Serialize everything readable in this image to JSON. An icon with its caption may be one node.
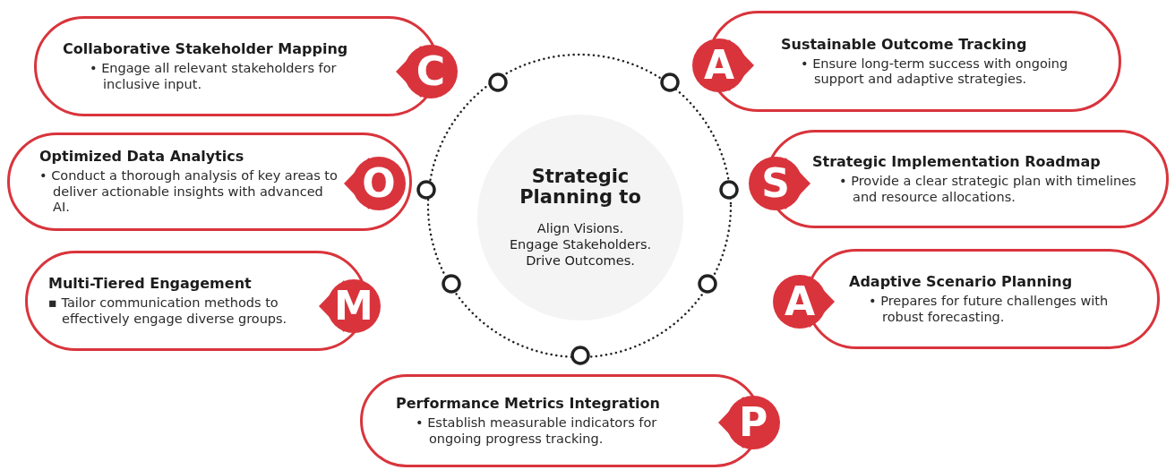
{
  "diagram": {
    "nodes": [
      {
        "text": [
          "Strategic Planning to",
          "Align Visions.",
          "Engage Stakeholders.",
          "Drive Outcomes."
        ]
      },
      {
        "text": [
          "Collaborative Stakeholder Mapping",
          "• Engage all relevant stakeholders for inclusive input.",
          "C"
        ]
      },
      {
        "text": [
          "A",
          "Sustainable Outcome Tracking",
          "• Ensure long-term success with ongoing support and adaptive strategies."
        ]
      },
      {
        "text": [
          "Optimized Data Analytics",
          "• Conduct a thorough analysis of key areas to deliver actionable insights with advanced AI.",
          "O"
        ]
      },
      {
        "text": [
          "S",
          "Strategic Implementation Roadmap",
          "• Provide a clear strategic plan with timelines and resource allocations."
        ]
      },
      {
        "text": [
          "Multi-Tiered Engagement",
          "▪ Tailor communication methods to effectively engage diverse groups.",
          "M"
        ]
      },
      {
        "text": [
          "A",
          "Adaptive Scenario Planning",
          "• Prepares for future challenges with robust forecasting."
        ]
      },
      {
        "text": [
          "Performance Metrics Integration",
          "• Establish measurable indicators for ongoing progress tracking.",
          "P"
        ]
      }
    ]
  }
}
